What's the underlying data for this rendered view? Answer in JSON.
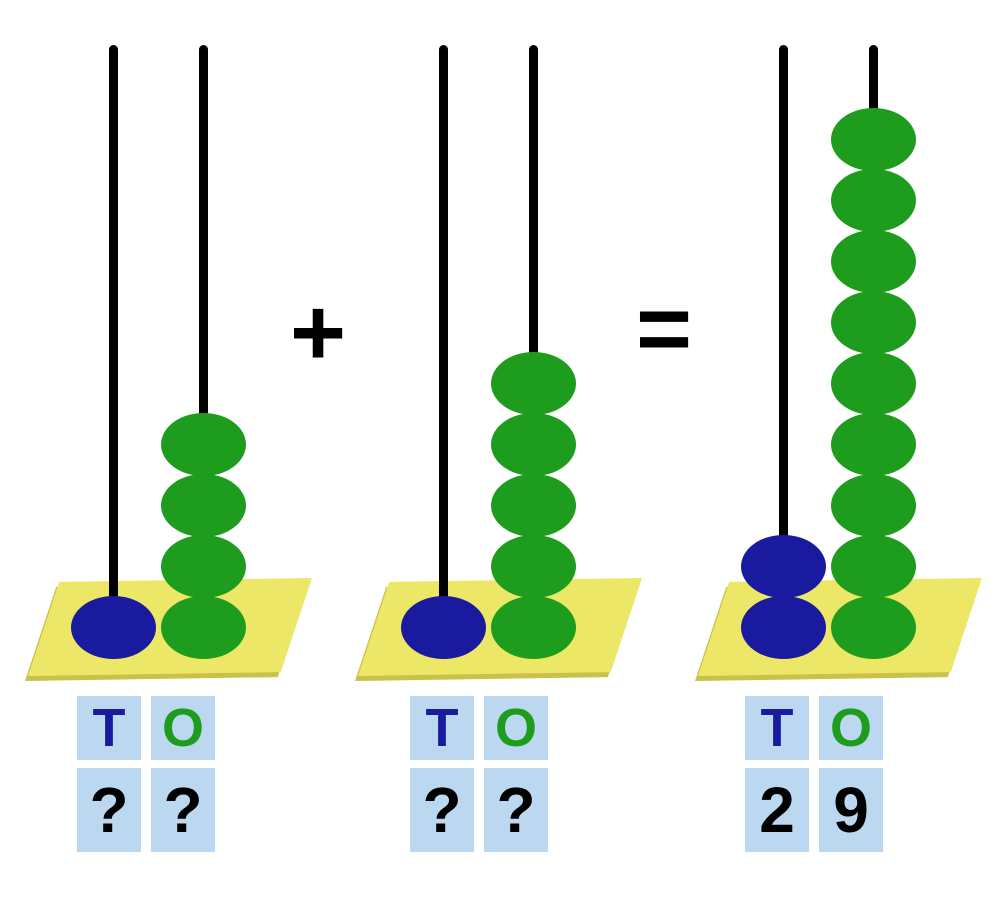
{
  "operators": {
    "plus": "+",
    "equals": "="
  },
  "colors": {
    "tens_bead": "#1a1a9e",
    "ones_bead": "#1e9c1e",
    "base": "#ece766",
    "base_shadow": "#c8c14a",
    "cell_background": "#bcd8f0",
    "rod": "#000000",
    "text": "#000000"
  },
  "abacuses": [
    {
      "id": "first-addend",
      "tens_beads": 1,
      "ones_beads": 4,
      "tens_label": "T",
      "ones_label": "O",
      "tens_value": "?",
      "ones_value": "?"
    },
    {
      "id": "second-addend",
      "tens_beads": 1,
      "ones_beads": 5,
      "tens_label": "T",
      "ones_label": "O",
      "tens_value": "?",
      "ones_value": "?"
    },
    {
      "id": "sum",
      "tens_beads": 2,
      "ones_beads": 9,
      "tens_label": "T",
      "ones_label": "O",
      "tens_value": "2",
      "ones_value": "9"
    }
  ]
}
